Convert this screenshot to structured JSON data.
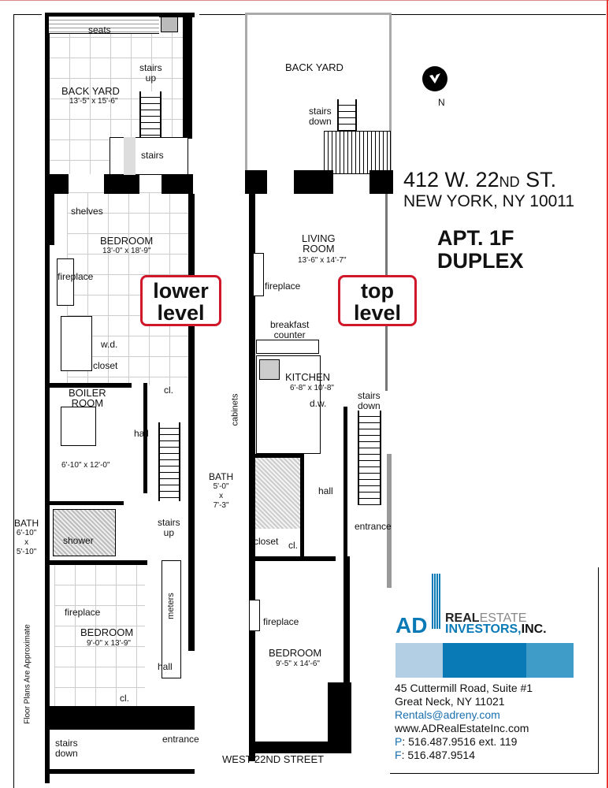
{
  "lower_level": {
    "seats": "seats",
    "stairs_up_top": [
      "stairs",
      "up"
    ],
    "back_yard": "BACK YARD",
    "back_yard_dim": "13'-5\" x 15'-6\"",
    "stairs": "stairs",
    "shelves": "shelves",
    "bedroom": "BEDROOM",
    "bedroom_dim": "13'-0\" x 18'-9\"",
    "fireplace": "fireplace",
    "level_label": [
      "lower",
      "level"
    ],
    "wd": "w.d.",
    "closet": "closet",
    "boiler_room": [
      "BOILER",
      "ROOM"
    ],
    "boiler_dim": "6'-10\" x 12'-0\"",
    "cl": "cl.",
    "hall": "hall",
    "stairs_up": [
      "stairs",
      "up"
    ],
    "bath": [
      "BATH",
      "6'-10\"",
      "x",
      "5'-10\""
    ],
    "shower": "shower",
    "fireplace2": "fireplace",
    "bedroom2": "BEDROOM",
    "bedroom2_dim": "9'-0\" x 13'-9\"",
    "meters": "meters",
    "hall2": "hall",
    "cl2": "cl.",
    "entrance": "entrance",
    "stairs_down": [
      "stairs",
      "down"
    ],
    "disclaimer": "Floor Plans Are Approximate"
  },
  "top_level": {
    "back_yard": "BACK YARD",
    "stairs_down_top": [
      "stairs",
      "down"
    ],
    "living_room": [
      "LIVING",
      "ROOM"
    ],
    "living_dim": "13'-6\" x 14'-7\"",
    "fireplace": "fireplace",
    "level_label": [
      "top",
      "level"
    ],
    "breakfast_counter": [
      "breakfast",
      "counter"
    ],
    "kitchen": "KITCHEN",
    "kitchen_dim": "6'-8\" x 10'-8\"",
    "dw": "d.w.",
    "cabinets": "cabinets",
    "stairs_down": [
      "stairs",
      "down"
    ],
    "bath": [
      "BATH",
      "5'-0\"",
      "x",
      "7'-3\""
    ],
    "hall": "hall",
    "closet": "closet",
    "cl": "cl.",
    "entrance": "entrance",
    "fireplace2": "fireplace",
    "bedroom": "BEDROOM",
    "bedroom_dim": "9'-5\" x 14'-6\"",
    "street": "WEST 22ND STREET"
  },
  "north_label": "N",
  "address": {
    "street_num": "412 W. 22",
    "street_sup": "ND",
    "street_end": " ST.",
    "city": "NEW YORK, NY 10011"
  },
  "unit": {
    "apt": "APT. 1F",
    "type": "DUPLEX"
  },
  "logo": {
    "ad": "AD",
    "real": "REAL",
    "estate": "ESTATE",
    "investors": "INVESTORS,",
    "inc": "INC.",
    "colors": [
      "#b3cfe3",
      "#0a7ab6",
      "#3f9bc8"
    ]
  },
  "contact": {
    "address1": "45 Cuttermill Road, Suite #1",
    "address2": "Great Neck, NY 11021",
    "email": "Rentals@adreny.com",
    "website": "www.ADRealEstateInc.com",
    "phone_prefix": "P",
    "phone": ": 516.487.9516 ext. 119",
    "fax_prefix": "F",
    "fax": ": 516.487.9514"
  }
}
